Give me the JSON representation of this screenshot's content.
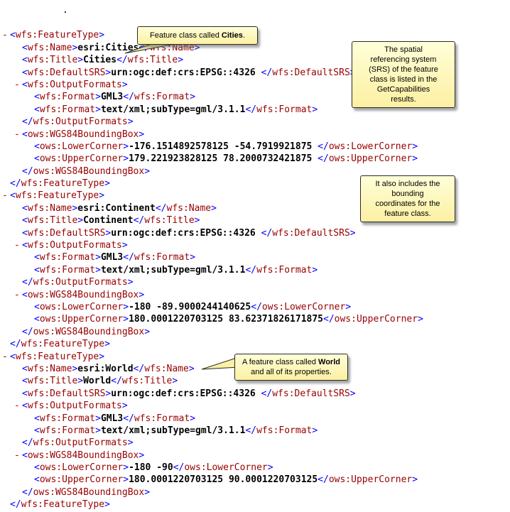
{
  "colors": {
    "page_bg": "#ffffff",
    "bracket": "#0000ff",
    "tag_name": "#990000",
    "text_value": "#000000",
    "collapse_marker": "#c00000",
    "callout_bg_top": "#ffffd9",
    "callout_bg_bottom": "#fcf0a2",
    "callout_border": "#2b2b2b"
  },
  "xml": {
    "lines": [
      {
        "k": "frag",
        "i": 0,
        "text": "."
      },
      {
        "k": "open",
        "i": 0,
        "m": "-",
        "tag": "wfs:FeatureType"
      },
      {
        "k": "el",
        "i": 1,
        "tag": "wfs:Name",
        "text": "esri:Cities"
      },
      {
        "k": "el",
        "i": 1,
        "tag": "wfs:Title",
        "text": "Cities"
      },
      {
        "k": "el",
        "i": 1,
        "tag": "wfs:DefaultSRS",
        "text": "urn:ogc:def:crs:EPSG::4326 "
      },
      {
        "k": "open",
        "i": 1,
        "m": "-",
        "tag": "wfs:OutputFormats"
      },
      {
        "k": "el",
        "i": 2,
        "tag": "wfs:Format",
        "text": "GML3"
      },
      {
        "k": "el",
        "i": 2,
        "tag": "wfs:Format",
        "text": "text/xml;subType=gml/3.1.1"
      },
      {
        "k": "close",
        "i": 1,
        "tag": "wfs:OutputFormats"
      },
      {
        "k": "open",
        "i": 1,
        "m": "-",
        "tag": "ows:WGS84BoundingBox"
      },
      {
        "k": "el",
        "i": 2,
        "tag": "ows:LowerCorner",
        "text": "-176.1514892578125 -54.7919921875 "
      },
      {
        "k": "el",
        "i": 2,
        "tag": "ows:UpperCorner",
        "text": "179.221923828125 78.2000732421875 "
      },
      {
        "k": "close",
        "i": 1,
        "tag": "ows:WGS84BoundingBox"
      },
      {
        "k": "close",
        "i": 0,
        "tag": "wfs:FeatureType"
      },
      {
        "k": "open",
        "i": 0,
        "m": "-",
        "tag": "wfs:FeatureType"
      },
      {
        "k": "el",
        "i": 1,
        "tag": "wfs:Name",
        "text": "esri:Continent"
      },
      {
        "k": "el",
        "i": 1,
        "tag": "wfs:Title",
        "text": "Continent"
      },
      {
        "k": "el",
        "i": 1,
        "tag": "wfs:DefaultSRS",
        "text": "urn:ogc:def:crs:EPSG::4326 "
      },
      {
        "k": "open",
        "i": 1,
        "m": "-",
        "tag": "wfs:OutputFormats"
      },
      {
        "k": "el",
        "i": 2,
        "tag": "wfs:Format",
        "text": "GML3"
      },
      {
        "k": "el",
        "i": 2,
        "tag": "wfs:Format",
        "text": "text/xml;subType=gml/3.1.1"
      },
      {
        "k": "close",
        "i": 1,
        "tag": "wfs:OutputFormats"
      },
      {
        "k": "open",
        "i": 1,
        "m": "-",
        "tag": "ows:WGS84BoundingBox"
      },
      {
        "k": "el",
        "i": 2,
        "tag": "ows:LowerCorner",
        "text": "-180 -89.9000244140625"
      },
      {
        "k": "el",
        "i": 2,
        "tag": "ows:UpperCorner",
        "text": "180.0001220703125 83.62371826171875"
      },
      {
        "k": "close",
        "i": 1,
        "tag": "ows:WGS84BoundingBox"
      },
      {
        "k": "close",
        "i": 0,
        "tag": "wfs:FeatureType"
      },
      {
        "k": "open",
        "i": 0,
        "m": "-",
        "tag": "wfs:FeatureType"
      },
      {
        "k": "el",
        "i": 1,
        "tag": "wfs:Name",
        "text": "esri:World"
      },
      {
        "k": "el",
        "i": 1,
        "tag": "wfs:Title",
        "text": "World"
      },
      {
        "k": "el",
        "i": 1,
        "tag": "wfs:DefaultSRS",
        "text": "urn:ogc:def:crs:EPSG::4326 "
      },
      {
        "k": "open",
        "i": 1,
        "m": "-",
        "tag": "wfs:OutputFormats"
      },
      {
        "k": "el",
        "i": 2,
        "tag": "wfs:Format",
        "text": "GML3"
      },
      {
        "k": "el",
        "i": 2,
        "tag": "wfs:Format",
        "text": "text/xml;subType=gml/3.1.1"
      },
      {
        "k": "close",
        "i": 1,
        "tag": "wfs:OutputFormats"
      },
      {
        "k": "open",
        "i": 1,
        "m": "-",
        "tag": "ows:WGS84BoundingBox"
      },
      {
        "k": "el",
        "i": 2,
        "tag": "ows:LowerCorner",
        "text": "-180 -90"
      },
      {
        "k": "el",
        "i": 2,
        "tag": "ows:UpperCorner",
        "text": "180.0001220703125 90.0001220703125"
      },
      {
        "k": "close",
        "i": 1,
        "tag": "ows:WGS84BoundingBox"
      },
      {
        "k": "close",
        "i": 0,
        "tag": "wfs:FeatureType"
      }
    ]
  },
  "callouts": [
    {
      "id": "cities",
      "parts": [
        {
          "v": "Feature class called "
        },
        {
          "v": "Cities",
          "b": true
        },
        {
          "v": "."
        }
      ]
    },
    {
      "id": "srs",
      "parts": [
        {
          "v": "The spatial referencing system (SRS) of the feature class is listed in the GetCapabilities results."
        }
      ]
    },
    {
      "id": "bbox",
      "parts": [
        {
          "v": "It also includes the bounding coordinates for the feature class."
        }
      ]
    },
    {
      "id": "world",
      "parts": [
        {
          "v": "A feature class called "
        },
        {
          "v": "World",
          "b": true
        },
        {
          "v": " and all of its properties."
        }
      ]
    }
  ]
}
